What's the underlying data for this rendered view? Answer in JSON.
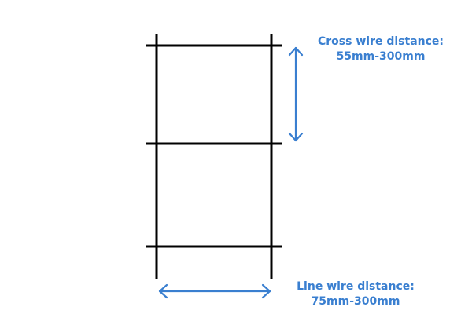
{
  "diagram": {
    "type": "wire-mesh-dimension-diagram",
    "line_color": "#000000",
    "annotation_color": "#3a7fd0",
    "cross_wire": {
      "label_line1": "Cross wire distance:",
      "label_line2": "55mm-300mm"
    },
    "line_wire": {
      "label_line1": "Line wire distance:",
      "label_line2": "75mm-300mm"
    }
  }
}
